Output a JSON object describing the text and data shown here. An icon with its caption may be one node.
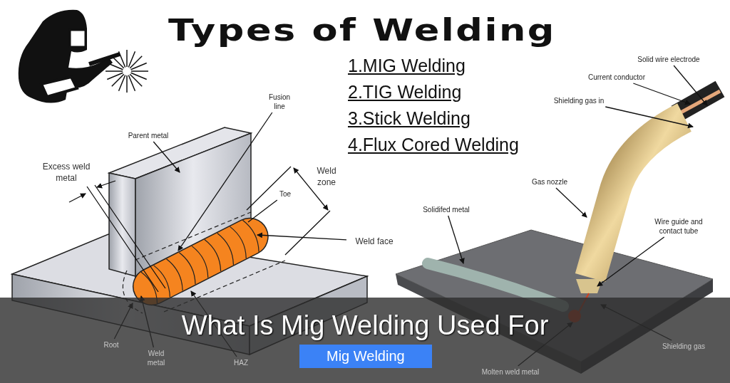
{
  "diagram": {
    "title": "Types of Welding",
    "caption": "What Is Mig Welding Used For",
    "nodes": [
      {
        "text": [
          "Fusion line"
        ]
      },
      {
        "text": [
          "Parent metal"
        ]
      },
      {
        "text": [
          "Toe"
        ]
      },
      {
        "text": [
          "Weld face"
        ]
      },
      {
        "text": [
          "Root"
        ]
      },
      {
        "text": [
          "Weld metal"
        ]
      },
      {
        "text": [
          "HAZ"
        ]
      },
      {
        "text": [
          "Solid wire electrode"
        ]
      },
      {
        "text": [
          "Current conductor"
        ]
      },
      {
        "text": [
          "Shielding gas in"
        ]
      },
      {
        "text": [
          "Gas nozzle"
        ]
      },
      {
        "text": [
          "Solidifed metal"
        ]
      },
      {
        "text": [
          "Wire guide and contact tube"
        ]
      },
      {
        "text": [
          "Shielding gas"
        ]
      },
      {
        "text": [
          "Molten weld metal"
        ]
      }
    ],
    "edges": [
      {
        "from": 0,
        "to": null,
        "arrow": "to"
      },
      {
        "from": 1,
        "to": null,
        "arrow": "to"
      },
      {
        "from": 2,
        "to": null,
        "arrow": "none"
      },
      {
        "from": 3,
        "to": null,
        "arrow": "to"
      },
      {
        "from": 4,
        "to": null,
        "arrow": "to"
      },
      {
        "from": 5,
        "to": null,
        "arrow": "to"
      },
      {
        "from": 6,
        "to": null,
        "arrow": "to"
      },
      {
        "from": 7,
        "to": null,
        "arrow": "to"
      },
      {
        "from": 8,
        "to": null,
        "arrow": "to"
      },
      {
        "from": 9,
        "to": null,
        "arrow": "to"
      },
      {
        "from": 10,
        "to": null,
        "arrow": "to"
      },
      {
        "from": 11,
        "to": null,
        "arrow": "to"
      },
      {
        "from": 12,
        "to": null,
        "arrow": "to"
      },
      {
        "from": 13,
        "to": null,
        "arrow": "to"
      },
      {
        "from": 14,
        "to": null,
        "arrow": "to"
      }
    ],
    "labels": [
      "1.MIG Welding",
      "2.TIG Welding",
      "3.Stick Welding",
      "4.Flux Cored Welding",
      "Excess weld metal",
      "Weld zone",
      "Mig Welding"
    ]
  }
}
